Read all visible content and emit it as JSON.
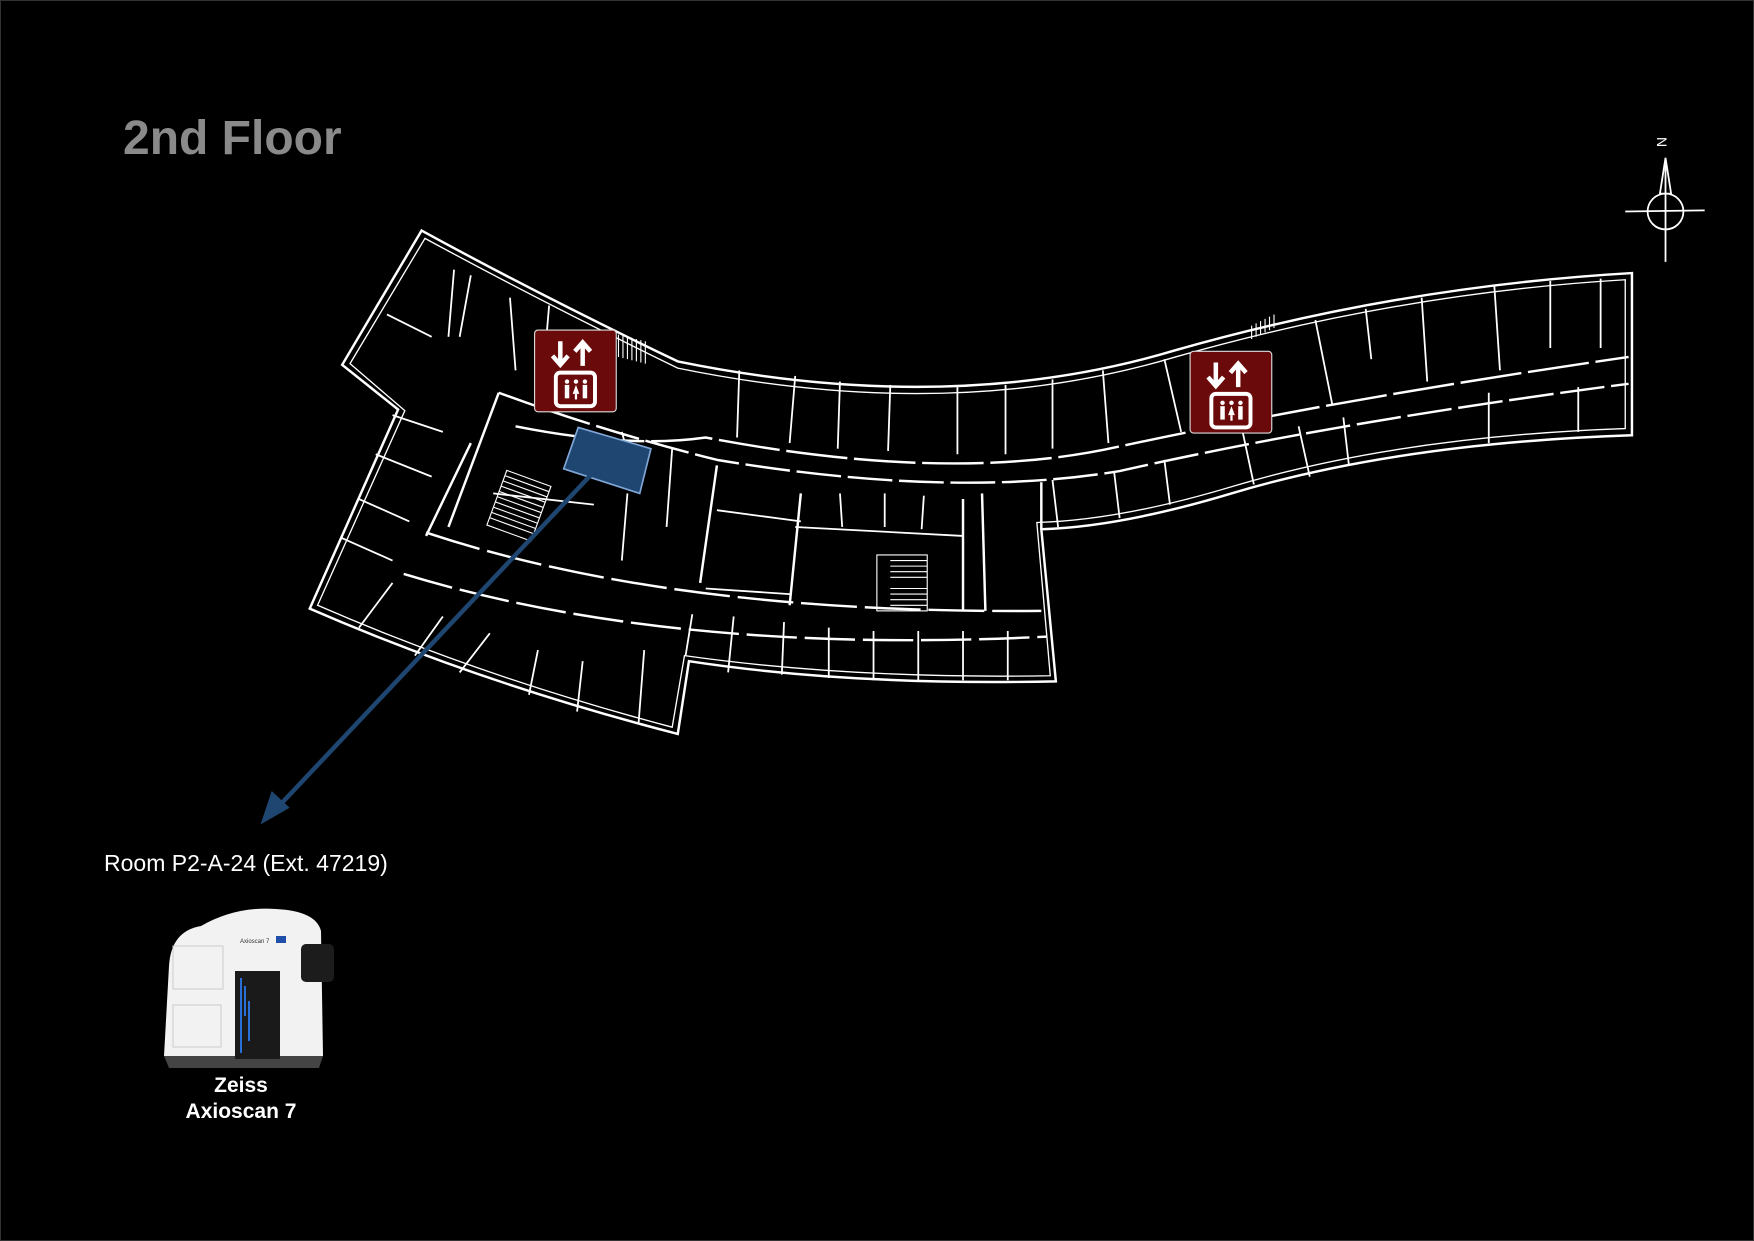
{
  "map": {
    "floor_title": "2nd Floor",
    "room_label": "Room P2-A-24 (Ext. 47219)",
    "instrument": {
      "line1": "Zeiss",
      "line2": "Axioscan 7",
      "panel_text": "Axioscan 7"
    },
    "compass": {
      "label": "N"
    },
    "icons": [
      "elevator-icon",
      "elevator-icon",
      "compass-icon"
    ],
    "colors": {
      "background": "#000000",
      "walls": "#ffffff",
      "highlight": "#1f4670",
      "arrow": "#1f4670",
      "elevator": "#6b0a0a",
      "title": "#8a8a8a"
    }
  }
}
